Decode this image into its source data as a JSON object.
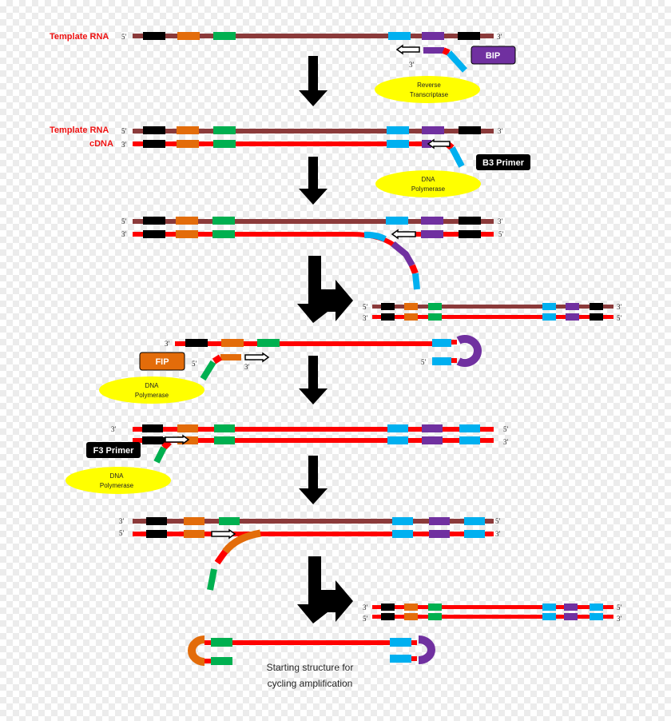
{
  "labels": {
    "template_rna": "Template RNA",
    "cdna": "cDNA",
    "five_prime": "5′",
    "three_prime": "3′"
  },
  "primers": {
    "bip": "BIP",
    "b3": "B3 Primer",
    "fip": "FIP",
    "f3": "F3 Primer"
  },
  "enzymes": {
    "reverse_transcriptase": [
      "Reverse",
      "Transcriptase"
    ],
    "dna_polymerase": [
      "DNA",
      "Polymerase"
    ]
  },
  "caption": [
    "Starting structure for",
    "cycling amplification"
  ],
  "colors": {
    "rna": "#8b3a3a",
    "dna": "#ff0000",
    "black_region": "#000000",
    "orange_region": "#e36c0a",
    "green_region": "#00b050",
    "blue_region": "#00b0f0",
    "purple_region": "#7030a0",
    "enzyme": "#ffff00"
  }
}
